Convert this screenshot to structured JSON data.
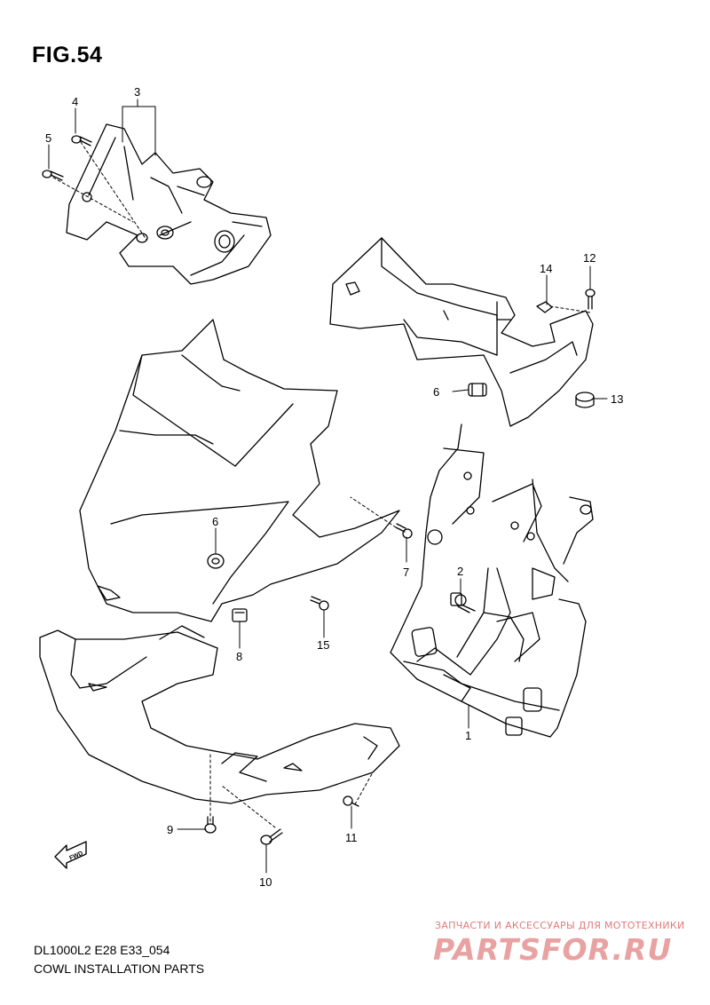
{
  "figure": {
    "title": "FIG.54",
    "code": "DL1000L2 E28 E33_054",
    "caption": "COWL INSTALLATION PARTS"
  },
  "callouts": [
    {
      "id": "c1",
      "label": "1"
    },
    {
      "id": "c2",
      "label": "2"
    },
    {
      "id": "c3",
      "label": "3"
    },
    {
      "id": "c4",
      "label": "4"
    },
    {
      "id": "c5",
      "label": "5"
    },
    {
      "id": "c6a",
      "label": "6"
    },
    {
      "id": "c6b",
      "label": "6"
    },
    {
      "id": "c7",
      "label": "7"
    },
    {
      "id": "c8",
      "label": "8"
    },
    {
      "id": "c9",
      "label": "9"
    },
    {
      "id": "c10",
      "label": "10"
    },
    {
      "id": "c11",
      "label": "11"
    },
    {
      "id": "c12",
      "label": "12"
    },
    {
      "id": "c13",
      "label": "13"
    },
    {
      "id": "c14",
      "label": "14"
    },
    {
      "id": "c15",
      "label": "15"
    }
  ],
  "fwd_label": "FWD",
  "watermark": {
    "tagline": "ЗАПЧАСТИ И АКСЕССУАРЫ ДЛЯ МОТОТЕХНИКИ",
    "logo": "PARTSFOR.RU",
    "color": "#e9a2a2"
  }
}
